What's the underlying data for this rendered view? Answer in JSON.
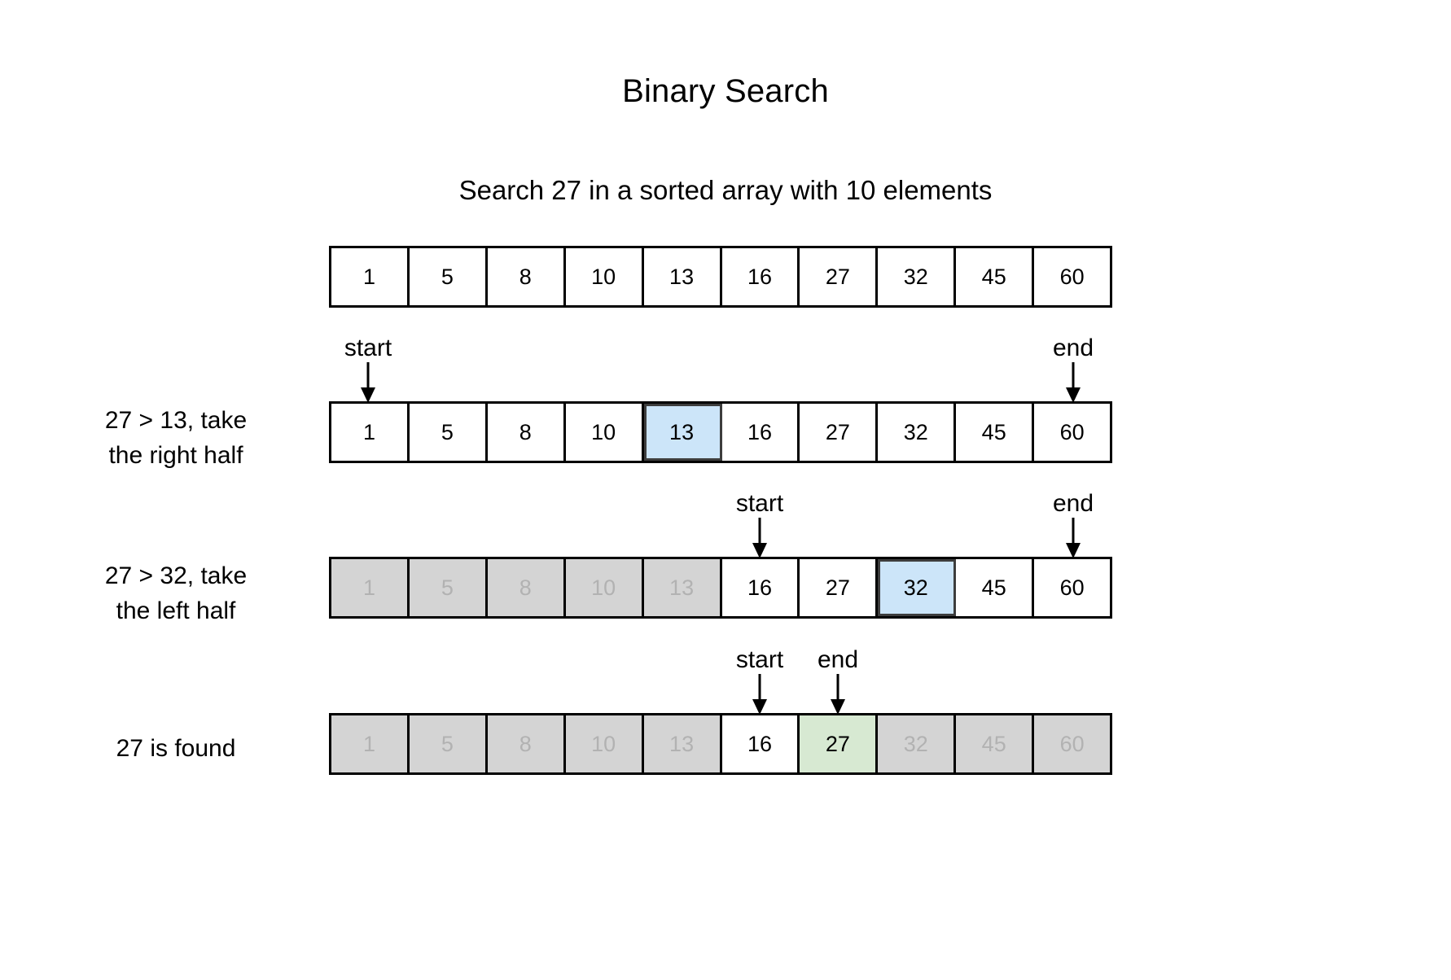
{
  "title": "Binary Search",
  "subtitle": "Search 27 in a sorted array with 10 elements",
  "colors": {
    "midpoint_highlight": "#cce5f9",
    "found_highlight": "#d7e9d2",
    "discarded_fill": "#d4d4d4",
    "discarded_text": "#b2b2b2",
    "border": "#000000",
    "midpoint_border": "#3d3d3d",
    "background": "#ffffff"
  },
  "chart_data": {
    "type": "diagram",
    "title": "Binary Search",
    "subtitle": "Search 27 in a sorted array with 10 elements",
    "target": 27,
    "array": [
      1,
      5,
      8,
      10,
      13,
      16,
      27,
      32,
      45,
      60
    ],
    "array_length": 10,
    "steps": [
      {
        "label": "",
        "cells": [
          "1",
          "5",
          "8",
          "10",
          "13",
          "16",
          "27",
          "32",
          "45",
          "60"
        ],
        "states": [
          "normal",
          "normal",
          "normal",
          "normal",
          "normal",
          "normal",
          "normal",
          "normal",
          "normal",
          "normal"
        ],
        "pointers": []
      },
      {
        "label_line1": "27 > 13, take",
        "label_line2": "the right half",
        "cells": [
          "1",
          "5",
          "8",
          "10",
          "13",
          "16",
          "27",
          "32",
          "45",
          "60"
        ],
        "states": [
          "normal",
          "normal",
          "normal",
          "normal",
          "mid",
          "normal",
          "normal",
          "normal",
          "normal",
          "normal"
        ],
        "mid_index": 4,
        "mid_value": 13,
        "pointers": [
          {
            "label": "start",
            "index": 0
          },
          {
            "label": "end",
            "index": 9
          }
        ]
      },
      {
        "label_line1": "27 > 32, take",
        "label_line2": "the left half",
        "cells": [
          "1",
          "5",
          "8",
          "10",
          "13",
          "16",
          "27",
          "32",
          "45",
          "60"
        ],
        "states": [
          "dim",
          "dim",
          "dim",
          "dim",
          "dim",
          "normal",
          "normal",
          "mid",
          "normal",
          "normal"
        ],
        "mid_index": 7,
        "mid_value": 32,
        "pointers": [
          {
            "label": "start",
            "index": 5
          },
          {
            "label": "end",
            "index": 9
          }
        ]
      },
      {
        "label_line1": "27 is found",
        "label_line2": "",
        "cells": [
          "1",
          "5",
          "8",
          "10",
          "13",
          "16",
          "27",
          "32",
          "45",
          "60"
        ],
        "states": [
          "dim",
          "dim",
          "dim",
          "dim",
          "dim",
          "normal",
          "found",
          "dim",
          "dim",
          "dim"
        ],
        "found_index": 6,
        "found_value": 27,
        "pointers": [
          {
            "label": "start",
            "index": 5
          },
          {
            "label": "end",
            "index": 6
          }
        ]
      }
    ]
  },
  "rows": {
    "row0": {
      "cells": [
        "1",
        "5",
        "8",
        "10",
        "13",
        "16",
        "27",
        "32",
        "45",
        "60"
      ]
    },
    "row1": {
      "label_line1": "27 > 13, take",
      "label_line2": "the right half",
      "cells": [
        "1",
        "5",
        "8",
        "10",
        "13",
        "16",
        "27",
        "32",
        "45",
        "60"
      ],
      "start_label": "start",
      "end_label": "end"
    },
    "row2": {
      "label_line1": "27 > 32, take",
      "label_line2": "the left half",
      "cells": [
        "1",
        "5",
        "8",
        "10",
        "13",
        "16",
        "27",
        "32",
        "45",
        "60"
      ],
      "start_label": "start",
      "end_label": "end"
    },
    "row3": {
      "label_line1": "27 is found",
      "cells": [
        "1",
        "5",
        "8",
        "10",
        "13",
        "16",
        "27",
        "32",
        "45",
        "60"
      ],
      "start_label": "start",
      "end_label": "end"
    }
  }
}
